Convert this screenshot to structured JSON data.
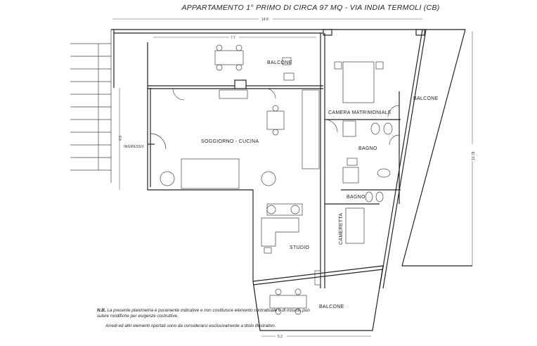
{
  "title": "APPARTAMENTO 1° PRIMO  DI CIRCA 97 MQ - VIA INDIA TERMOLI (CB)",
  "rooms": {
    "balcone_top": "BALCONE",
    "soggiorno": "SOGGIORNO - CUCINA",
    "ingresso": "INGRESSO",
    "camera": "CAMERA MATRIMONIALE",
    "balcone_right": "BALCONE",
    "bagno1": "BAGNO",
    "bagno2": "BAGNO",
    "cameretta": "CAMERETTA",
    "studio": "STUDIO",
    "balcone_bottom": "BALCONE"
  },
  "dimensions": {
    "total_width": "14.8",
    "living_width": "7.7",
    "living_depth": "4.9",
    "total_depth": "10.78",
    "bottom_width": "5.2"
  },
  "note": {
    "prefix": "N.B.",
    "line1": "La presente planimetria è puramente indicative e non costituisce elemento contrattuale e di misura, può subire modifiche per esigenze costruttive.",
    "line2": "Arredi ed altri elementi riportati sono da considerarsi esclusivamente a titolo illustrativo."
  }
}
